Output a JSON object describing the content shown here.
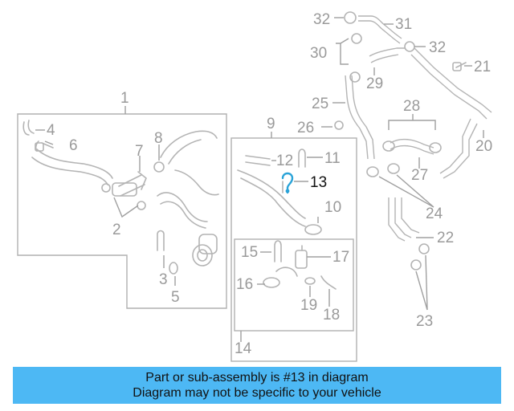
{
  "diagram": {
    "highlight_color": "#2aa3d8",
    "callouts": {
      "c1": "1",
      "c2": "2",
      "c3": "3",
      "c4": "4",
      "c5": "5",
      "c6": "6",
      "c7": "7",
      "c8": "8",
      "c9": "9",
      "c10": "10",
      "c11": "11",
      "c12": "12",
      "c13": "13",
      "c14": "14",
      "c15": "15",
      "c16": "16",
      "c17": "17",
      "c18": "18",
      "c19": "19",
      "c20": "20",
      "c21": "21",
      "c22": "22",
      "c23": "23",
      "c24": "24",
      "c25": "25",
      "c26": "26",
      "c27": "27",
      "c28": "28",
      "c29": "29",
      "c30": "30",
      "c31": "31",
      "c32a": "32",
      "c32b": "32"
    }
  },
  "banner": {
    "line1": "Part or sub-assembly is #13 in diagram",
    "line2": "Diagram may not be specific to your vehicle",
    "color": "#4db8f4"
  }
}
